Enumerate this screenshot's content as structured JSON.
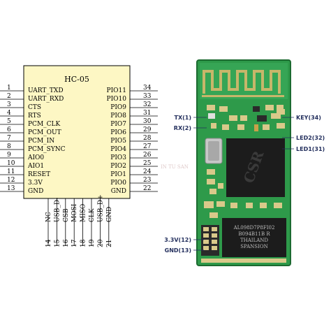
{
  "chip": {
    "title": "HC-05",
    "left_pins": [
      {
        "num": "1",
        "name": "UART_TXD"
      },
      {
        "num": "2",
        "name": "UART_RXD"
      },
      {
        "num": "3",
        "name": "CTS"
      },
      {
        "num": "4",
        "name": "RTS"
      },
      {
        "num": "5",
        "name": "PCM_CLK"
      },
      {
        "num": "6",
        "name": "PCM_OUT"
      },
      {
        "num": "7",
        "name": "PCM_IN"
      },
      {
        "num": "8",
        "name": "PCM_SYNC"
      },
      {
        "num": "9",
        "name": "AIO0"
      },
      {
        "num": "10",
        "name": "AIO1"
      },
      {
        "num": "11",
        "name": "RESET"
      },
      {
        "num": "12",
        "name": "3.3V"
      },
      {
        "num": "13",
        "name": "GND"
      }
    ],
    "right_pins": [
      {
        "num": "34",
        "name": "PIO11"
      },
      {
        "num": "33",
        "name": "PIO10"
      },
      {
        "num": "32",
        "name": "PIO9"
      },
      {
        "num": "31",
        "name": "PIO8"
      },
      {
        "num": "30",
        "name": "PIO7"
      },
      {
        "num": "29",
        "name": "PIO6"
      },
      {
        "num": "28",
        "name": "PIO5"
      },
      {
        "num": "27",
        "name": "PIO4"
      },
      {
        "num": "26",
        "name": "PIO3"
      },
      {
        "num": "25",
        "name": "PIO2"
      },
      {
        "num": "24",
        "name": "PIO1"
      },
      {
        "num": "23",
        "name": "PIO0"
      },
      {
        "num": "22",
        "name": "GND"
      }
    ],
    "bottom_pins": [
      {
        "num": "14",
        "name": "NC"
      },
      {
        "num": "15",
        "name": "USB_D-"
      },
      {
        "num": "16",
        "name": "CSB"
      },
      {
        "num": "17",
        "name": "MOSI"
      },
      {
        "num": "18",
        "name": "MISO"
      },
      {
        "num": "19",
        "name": "CLK"
      },
      {
        "num": "20",
        "name": "USB_D+"
      },
      {
        "num": "21",
        "name": "GND"
      }
    ]
  },
  "module": {
    "labels_left": [
      {
        "key": "tx",
        "text": "TX(1)"
      },
      {
        "key": "rx",
        "text": "RX(2)"
      },
      {
        "key": "v33",
        "text": "3.3V(12)"
      },
      {
        "key": "gnd",
        "text": "GND(13)"
      }
    ],
    "labels_right": [
      {
        "key": "key",
        "text": "KEY(34)"
      },
      {
        "key": "led2",
        "text": "LED2(32)"
      },
      {
        "key": "led1",
        "text": "LED1(31)"
      }
    ],
    "chip_upper": "CSR",
    "chip_lower_lines": [
      "AL098D7P8FI02",
      "B094B11B R",
      "THAILAND",
      "SPANSION"
    ],
    "watermark": "IN TU SAN"
  },
  "colors": {
    "pcb_green": "#2e9a4a",
    "pcb_dark": "#1f7a37",
    "pad_gold": "#d9c98a",
    "chip_body": "#1c1c1c",
    "label_color": "#24305e",
    "schematic_fill": "#fdf7c4"
  }
}
